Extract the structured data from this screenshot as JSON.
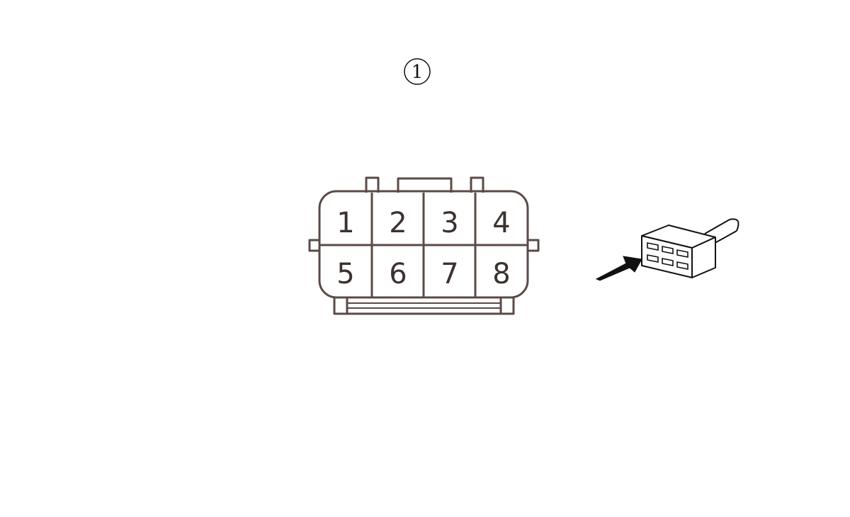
{
  "callout": {
    "label": "1",
    "symbol": "circled-number"
  },
  "connector": {
    "pins": [
      "1",
      "2",
      "3",
      "4",
      "5",
      "6",
      "7",
      "8"
    ],
    "rows": 2,
    "columns": 4
  },
  "icon": {
    "name": "connector-view-arrow-icon"
  },
  "colors": {
    "connector_outline": "#5b4a46",
    "pin_text": "#3b3230",
    "arrow": "#111111",
    "background": "#ffffff"
  }
}
